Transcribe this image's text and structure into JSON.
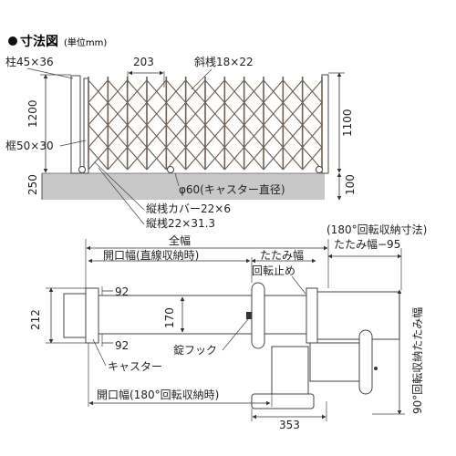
{
  "title": "寸法図",
  "unit_note": "(単位mm)",
  "front_view": {
    "post_label": "柱45×36",
    "pitch_label": "203",
    "diagonal_label": "斜桟18×22",
    "height_label": "1200",
    "gate_height_label": "1100",
    "frame_label": "框50×30",
    "base_label": "250",
    "base_right_label": "100",
    "caster_label": "φ60(キャスター直径)",
    "vertical_cover_label": "縦桟カバー22×6",
    "vertical_bar_label": "縦桟22×31.3"
  },
  "plan_view": {
    "rotation_note": "(180°回転収納寸法)",
    "folded_width_minus": "たたみ幅−95",
    "full_width_label": "全幅",
    "opening_straight_label": "開口幅(直線収納時)",
    "folded_width_label": "たたみ幅",
    "rotation_stop_label": "回転止め",
    "dim_92_top": "92",
    "dim_92_bottom": "92",
    "dim_212": "212",
    "dim_170": "170",
    "lock_hook_label": "錠フック",
    "caster_label": "キャスター",
    "opening_180_label": "開口幅(180°回転収納時)",
    "dim_353": "353",
    "folded_90_label": "90°回転収納たたみ幅"
  },
  "colors": {
    "lattice": "#6e5d50",
    "ground": "#c8c8c8",
    "line": "#333333"
  }
}
